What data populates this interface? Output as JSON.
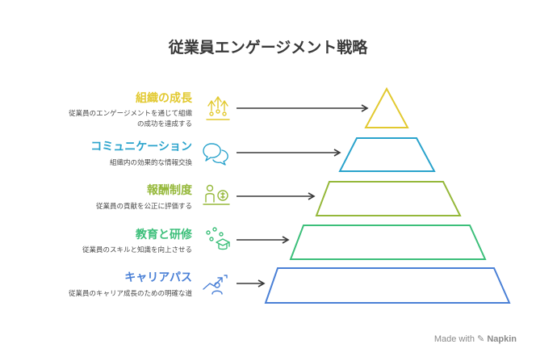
{
  "title": "従業員エンゲージメント戦略",
  "levels": [
    {
      "title": "組織の成長",
      "description": "従業員のエンゲージメントを通じて組織\nの成功を達成する",
      "color": "#E2C930",
      "icon": "growth-arrows-icon"
    },
    {
      "title": "コミュニケーション",
      "description": "組織内の効果的な情報交換",
      "color": "#2AA3CC",
      "icon": "chat-bubbles-icon"
    },
    {
      "title": "報酬制度",
      "description": "従業員の貢献を公正に評価する",
      "color": "#95B83A",
      "icon": "person-coin-icon"
    },
    {
      "title": "教育と研修",
      "description": "従業員のスキルと知識を向上させる",
      "color": "#3CBF7A",
      "icon": "graduation-cap-icon"
    },
    {
      "title": "キャリアパス",
      "description": "従業員のキャリア成長のための明確な道",
      "color": "#4A80D6",
      "icon": "career-climb-icon"
    }
  ],
  "footer": {
    "prefix": "Made with",
    "brand": "Napkin"
  }
}
